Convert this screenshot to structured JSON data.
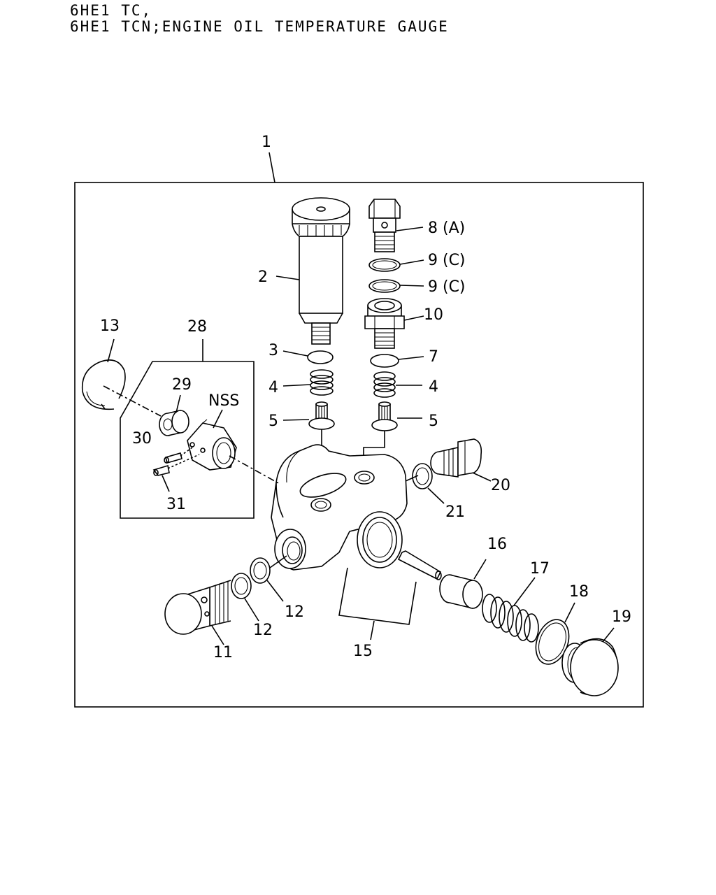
{
  "header": {
    "line1": "6HE1 TC,",
    "line2": "6HE1 TCN;ENGINE OIL TEMPERATURE GAUGE"
  },
  "diagram": {
    "callouts": {
      "c1": "1",
      "c2": "2",
      "c3": "3",
      "c4a": "4",
      "c4b": "4",
      "c5a": "5",
      "c5b": "5",
      "c7": "7",
      "c8": "8 (A)",
      "c9a": "9 (C)",
      "c9b": "9 (C)",
      "c10": "10",
      "c11": "11",
      "c12a": "12",
      "c12b": "12",
      "c13": "13",
      "c15": "15",
      "c16": "16",
      "c17": "17",
      "c18": "18",
      "c19": "19",
      "c20": "20",
      "c21": "21",
      "c28": "28",
      "c29": "29",
      "c30": "30",
      "c31": "31",
      "nss": "NSS"
    }
  }
}
